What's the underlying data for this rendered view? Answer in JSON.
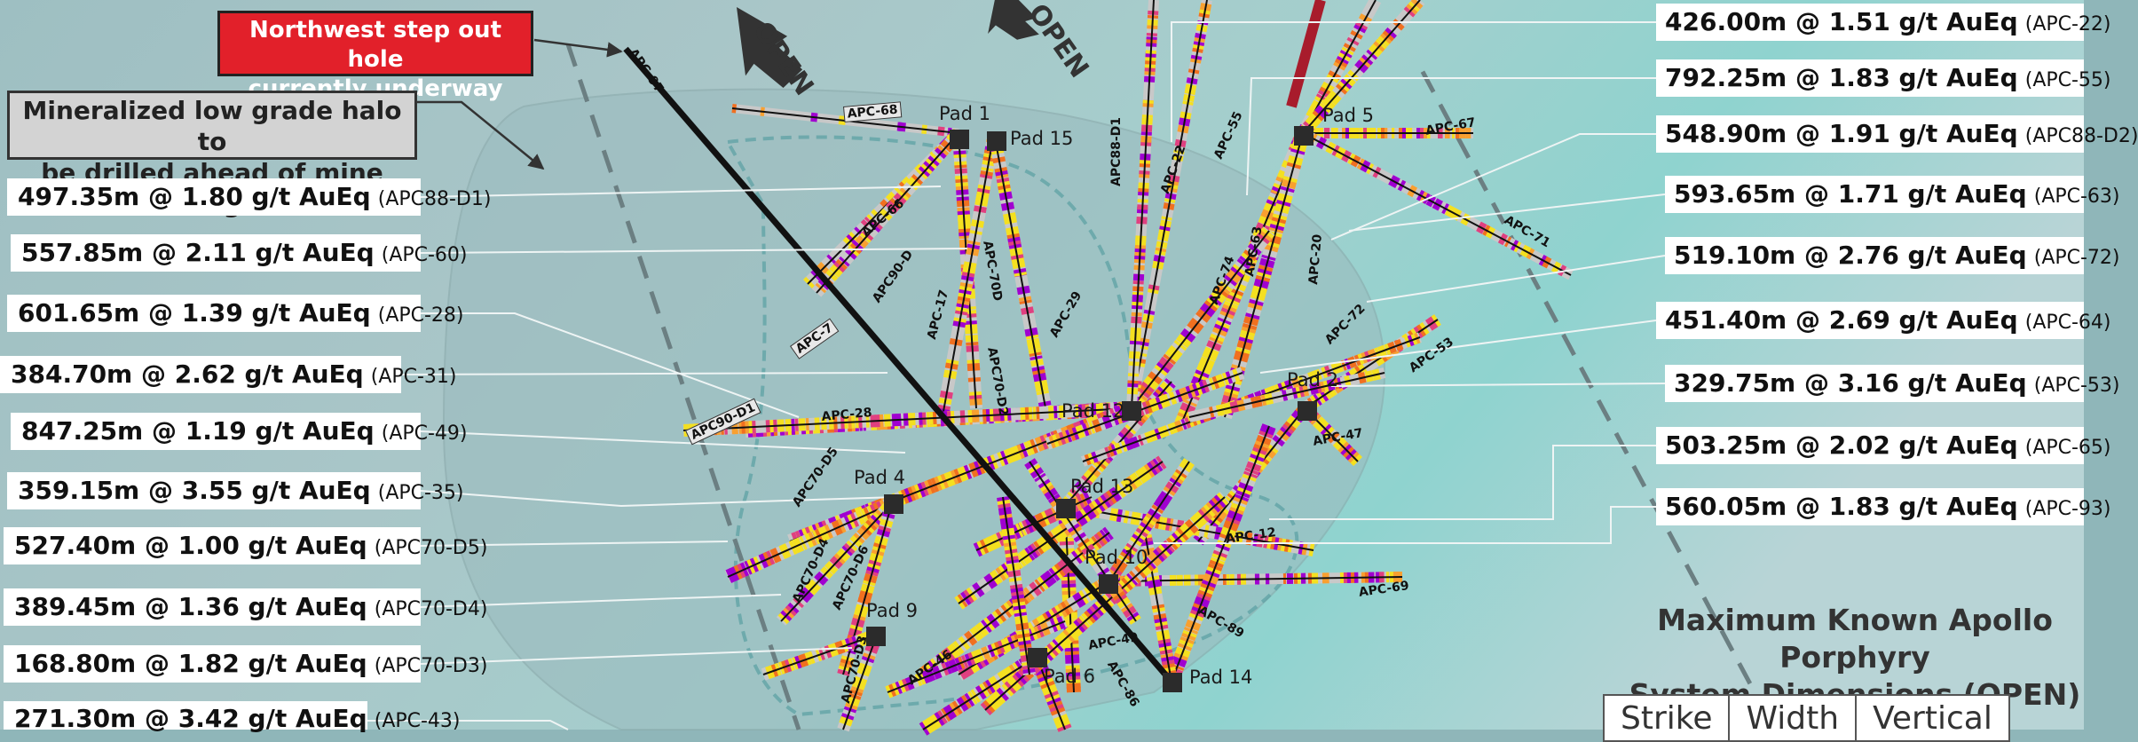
{
  "callouts": {
    "northwest": [
      "Northwest step out hole",
      "currently underway"
    ],
    "halo": [
      "Mineralized low grade halo to",
      "be drilled ahead of mine design"
    ]
  },
  "open_label": "OPEN",
  "left_labels": [
    {
      "m": "497.35m @ 1.80 g/t AuEq",
      "h": "(APC88-D1)"
    },
    {
      "m": "557.85m @ 2.11 g/t AuEq",
      "h": "(APC-60)"
    },
    {
      "m": "601.65m @ 1.39 g/t AuEq",
      "h": "(APC-28)"
    },
    {
      "m": "384.70m @ 2.62 g/t AuEq",
      "h": "(APC-31)"
    },
    {
      "m": "847.25m @ 1.19 g/t AuEq",
      "h": "(APC-49)"
    },
    {
      "m": "359.15m @ 3.55 g/t AuEq",
      "h": "(APC-35)"
    },
    {
      "m": "527.40m @ 1.00 g/t AuEq",
      "h": "(APC70-D5)"
    },
    {
      "m": "389.45m @ 1.36 g/t AuEq",
      "h": "(APC70-D4)"
    },
    {
      "m": "168.80m @ 1.82 g/t AuEq",
      "h": "(APC70-D3)"
    },
    {
      "m": "271.30m @ 3.42 g/t AuEq",
      "h": "(APC-43)"
    }
  ],
  "right_labels": [
    {
      "m": "426.00m @ 1.51 g/t AuEq",
      "h": "(APC-22)"
    },
    {
      "m": "792.25m @ 1.83 g/t AuEq",
      "h": "(APC-55)"
    },
    {
      "m": "548.90m @ 1.91 g/t AuEq",
      "h": "(APC88-D2)"
    },
    {
      "m": "593.65m @ 1.71 g/t AuEq",
      "h": "(APC-63)"
    },
    {
      "m": "519.10m @ 2.76 g/t AuEq",
      "h": "(APC-72)"
    },
    {
      "m": "451.40m @ 2.69 g/t AuEq",
      "h": "(APC-64)"
    },
    {
      "m": "329.75m @ 3.16 g/t AuEq",
      "h": "(APC-53)"
    },
    {
      "m": "503.25m @ 2.02 g/t AuEq",
      "h": "(APC-65)"
    },
    {
      "m": "560.05m @ 1.83 g/t AuEq",
      "h": "(APC-93)"
    }
  ],
  "pads": [
    "Pad 1",
    "Pad 15",
    "Pad 5",
    "Pad 12",
    "Pad 2",
    "Pad 4",
    "Pad 13",
    "Pad 10",
    "Pad 9",
    "Pad 6",
    "Pad 14"
  ],
  "holes": [
    "APC-97",
    "APC-68",
    "APC-66",
    "APC90-D",
    "APC-7",
    "APC90-D1",
    "APC-28",
    "APC70-D5",
    "APC70-D4",
    "APC70-D6",
    "APC70-D3",
    "APC-17",
    "APC-70D",
    "APC70-D2",
    "APC-29",
    "APC88-D1",
    "APC-22",
    "APC-55",
    "APC-74",
    "APC-63",
    "APC-20",
    "APC-67",
    "APC-71",
    "APC-72",
    "APC-53",
    "APC-47",
    "APC-12",
    "APC-69",
    "APC-89",
    "APC-46",
    "APC-49",
    "APC-86"
  ],
  "dimensions": {
    "title": [
      "Maximum Known Apollo Porphyry",
      "System Dimensions (OPEN)"
    ],
    "headers": [
      "Strike",
      "Width",
      "Vertical"
    ]
  },
  "colors": {
    "red_callout": "#e2202a",
    "hole_black": "#111111",
    "high_grade": "#a000d0",
    "mid_grade": "#f07020",
    "low_grade": "#f4e020",
    "active_hole": "#a81c2c"
  }
}
